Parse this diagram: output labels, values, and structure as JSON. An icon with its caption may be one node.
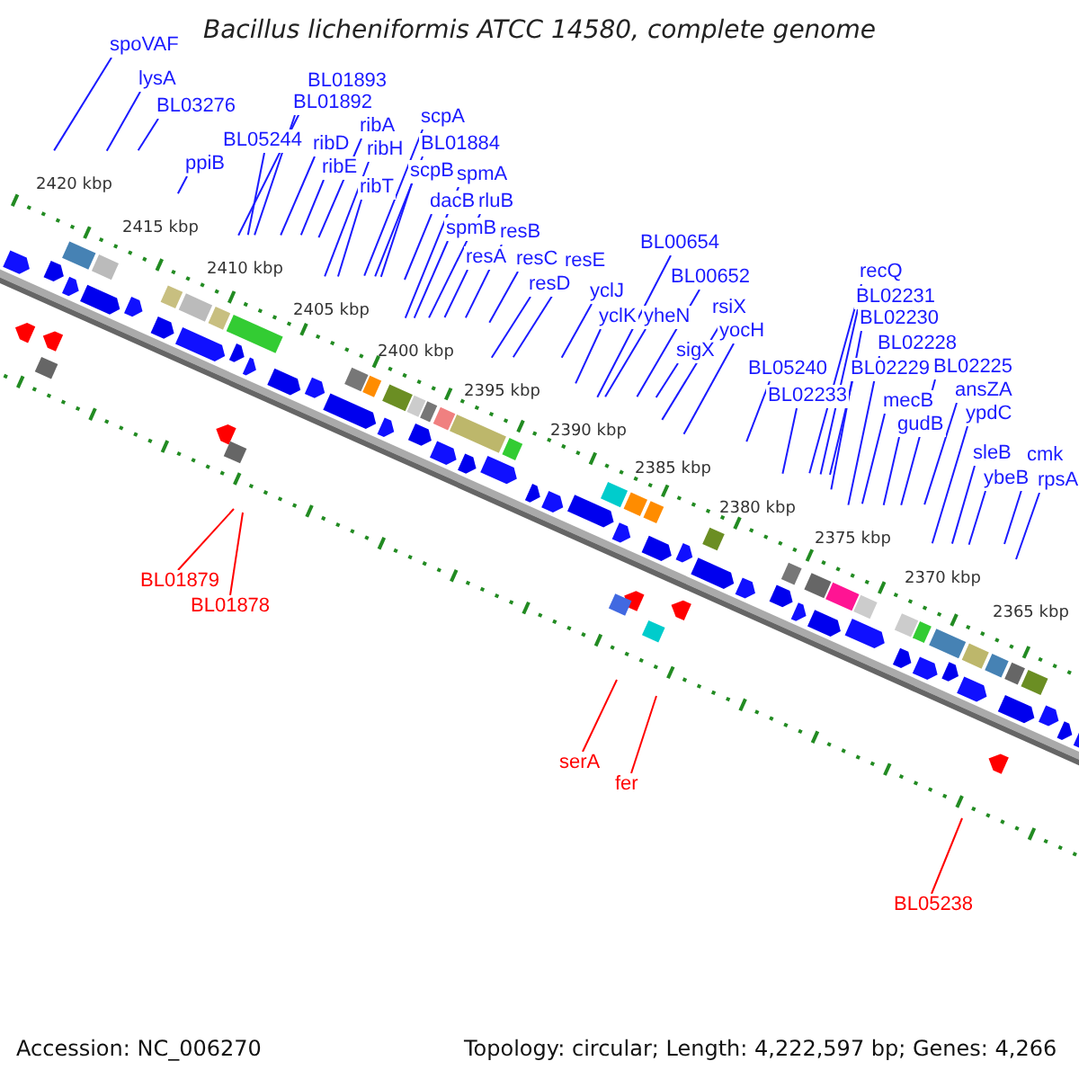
{
  "diagram": {
    "title": "Bacillus licheniformis ATCC 14580, complete genome",
    "nodes": [
      {
        "text": [
          "spoVAF"
        ]
      },
      {
        "text": [
          "lysA"
        ]
      },
      {
        "text": [
          "BL03276"
        ]
      },
      {
        "text": [
          "BL05244"
        ]
      },
      {
        "text": [
          "ppiB"
        ]
      },
      {
        "text": [
          "BL01893"
        ]
      },
      {
        "text": [
          "BL01892"
        ]
      },
      {
        "text": [
          "ribD"
        ]
      },
      {
        "text": [
          "ribA"
        ]
      },
      {
        "text": [
          "ribH"
        ]
      },
      {
        "text": [
          "ribE"
        ]
      },
      {
        "text": [
          "ribT"
        ]
      },
      {
        "text": [
          "scpA"
        ]
      },
      {
        "text": [
          "BL01884"
        ]
      },
      {
        "text": [
          "scpB"
        ]
      },
      {
        "text": [
          "spmA"
        ]
      },
      {
        "text": [
          "dacB"
        ]
      },
      {
        "text": [
          "rluB"
        ]
      },
      {
        "text": [
          "spmB"
        ]
      },
      {
        "text": [
          "resB"
        ]
      },
      {
        "text": [
          "resA"
        ]
      },
      {
        "text": [
          "resC"
        ]
      },
      {
        "text": [
          "resE"
        ]
      },
      {
        "text": [
          "resD"
        ]
      },
      {
        "text": [
          "yclJ"
        ]
      },
      {
        "text": [
          "yclK"
        ]
      },
      {
        "text": [
          "BL00654"
        ]
      },
      {
        "text": [
          "BL00652"
        ]
      },
      {
        "text": [
          "yheN"
        ]
      },
      {
        "text": [
          "rsiX"
        ]
      },
      {
        "text": [
          "sigX"
        ]
      },
      {
        "text": [
          "yocH"
        ]
      },
      {
        "text": [
          "BL05240"
        ]
      },
      {
        "text": [
          "BL02233"
        ]
      },
      {
        "text": [
          "recQ"
        ]
      },
      {
        "text": [
          "BL02231"
        ]
      },
      {
        "text": [
          "BL02230"
        ]
      },
      {
        "text": [
          "BL02228"
        ]
      },
      {
        "text": [
          "BL02229"
        ]
      },
      {
        "text": [
          "BL02225"
        ]
      },
      {
        "text": [
          "mecB"
        ]
      },
      {
        "text": [
          "ansZA"
        ]
      },
      {
        "text": [
          "gudB"
        ]
      },
      {
        "text": [
          "ypdC"
        ]
      },
      {
        "text": [
          "sleB"
        ]
      },
      {
        "text": [
          "cmk"
        ]
      },
      {
        "text": [
          "ybeB"
        ]
      },
      {
        "text": [
          "rpsA"
        ]
      },
      {
        "text": [
          "BL01879"
        ]
      },
      {
        "text": [
          "BL01878"
        ]
      },
      {
        "text": [
          "serA"
        ]
      },
      {
        "text": [
          "fer"
        ]
      },
      {
        "text": [
          "BL05238"
        ]
      }
    ],
    "edges": [
      {
        "from": 0,
        "to": null,
        "arrow": "none"
      },
      {
        "from": 1,
        "to": null,
        "arrow": "none"
      },
      {
        "from": 2,
        "to": null,
        "arrow": "none"
      },
      {
        "from": 3,
        "to": null,
        "arrow": "none"
      },
      {
        "from": 4,
        "to": null,
        "arrow": "none"
      },
      {
        "from": 5,
        "to": null,
        "arrow": "none"
      },
      {
        "from": 6,
        "to": null,
        "arrow": "none"
      },
      {
        "from": 7,
        "to": null,
        "arrow": "none"
      },
      {
        "from": 8,
        "to": null,
        "arrow": "none"
      },
      {
        "from": 9,
        "to": null,
        "arrow": "none"
      },
      {
        "from": 10,
        "to": null,
        "arrow": "none"
      },
      {
        "from": 11,
        "to": null,
        "arrow": "none"
      },
      {
        "from": 12,
        "to": null,
        "arrow": "none"
      },
      {
        "from": 13,
        "to": null,
        "arrow": "none"
      },
      {
        "from": 14,
        "to": null,
        "arrow": "none"
      },
      {
        "from": 15,
        "to": null,
        "arrow": "none"
      },
      {
        "from": 16,
        "to": null,
        "arrow": "none"
      },
      {
        "from": 17,
        "to": null,
        "arrow": "none"
      },
      {
        "from": 18,
        "to": null,
        "arrow": "none"
      },
      {
        "from": 19,
        "to": null,
        "arrow": "none"
      },
      {
        "from": 20,
        "to": null,
        "arrow": "none"
      },
      {
        "from": 21,
        "to": null,
        "arrow": "none"
      },
      {
        "from": 22,
        "to": null,
        "arrow": "none"
      },
      {
        "from": 23,
        "to": null,
        "arrow": "none"
      },
      {
        "from": 24,
        "to": null,
        "arrow": "none"
      },
      {
        "from": 25,
        "to": null,
        "arrow": "none"
      },
      {
        "from": 26,
        "to": null,
        "arrow": "none"
      },
      {
        "from": 27,
        "to": null,
        "arrow": "none"
      },
      {
        "from": 28,
        "to": null,
        "arrow": "none"
      },
      {
        "from": 29,
        "to": null,
        "arrow": "none"
      },
      {
        "from": 30,
        "to": null,
        "arrow": "none"
      },
      {
        "from": 31,
        "to": null,
        "arrow": "none"
      },
      {
        "from": 32,
        "to": null,
        "arrow": "none"
      },
      {
        "from": 33,
        "to": null,
        "arrow": "none"
      },
      {
        "from": 34,
        "to": null,
        "arrow": "none"
      },
      {
        "from": 35,
        "to": null,
        "arrow": "none"
      },
      {
        "from": 36,
        "to": null,
        "arrow": "none"
      },
      {
        "from": 37,
        "to": null,
        "arrow": "none"
      },
      {
        "from": 38,
        "to": null,
        "arrow": "none"
      },
      {
        "from": 39,
        "to": null,
        "arrow": "none"
      },
      {
        "from": 40,
        "to": null,
        "arrow": "none"
      },
      {
        "from": 41,
        "to": null,
        "arrow": "none"
      },
      {
        "from": 42,
        "to": null,
        "arrow": "none"
      },
      {
        "from": 43,
        "to": null,
        "arrow": "none"
      },
      {
        "from": 44,
        "to": null,
        "arrow": "none"
      },
      {
        "from": 45,
        "to": null,
        "arrow": "none"
      },
      {
        "from": 46,
        "to": null,
        "arrow": "none"
      },
      {
        "from": 47,
        "to": null,
        "arrow": "none"
      },
      {
        "from": 48,
        "to": null,
        "arrow": "none",
        "color": "#ff0000"
      },
      {
        "from": 49,
        "to": null,
        "arrow": "none",
        "color": "#ff0000"
      },
      {
        "from": 50,
        "to": null,
        "arrow": "none",
        "color": "#ff0000"
      },
      {
        "from": 51,
        "to": null,
        "arrow": "none",
        "color": "#ff0000"
      },
      {
        "from": 52,
        "to": null,
        "arrow": "none",
        "color": "#ff0000"
      }
    ],
    "labels": [
      "2420 kbp",
      "2415 kbp",
      "2410 kbp",
      "2405 kbp",
      "2400 kbp",
      "2395 kbp",
      "2390 kbp",
      "2385 kbp",
      "2380 kbp",
      "2375 kbp",
      "2370 kbp",
      "2365 kbp",
      "Accession: NC_006270",
      "Topology: circular; Length: 4,222,597 bp; Genes: 4,266"
    ]
  }
}
